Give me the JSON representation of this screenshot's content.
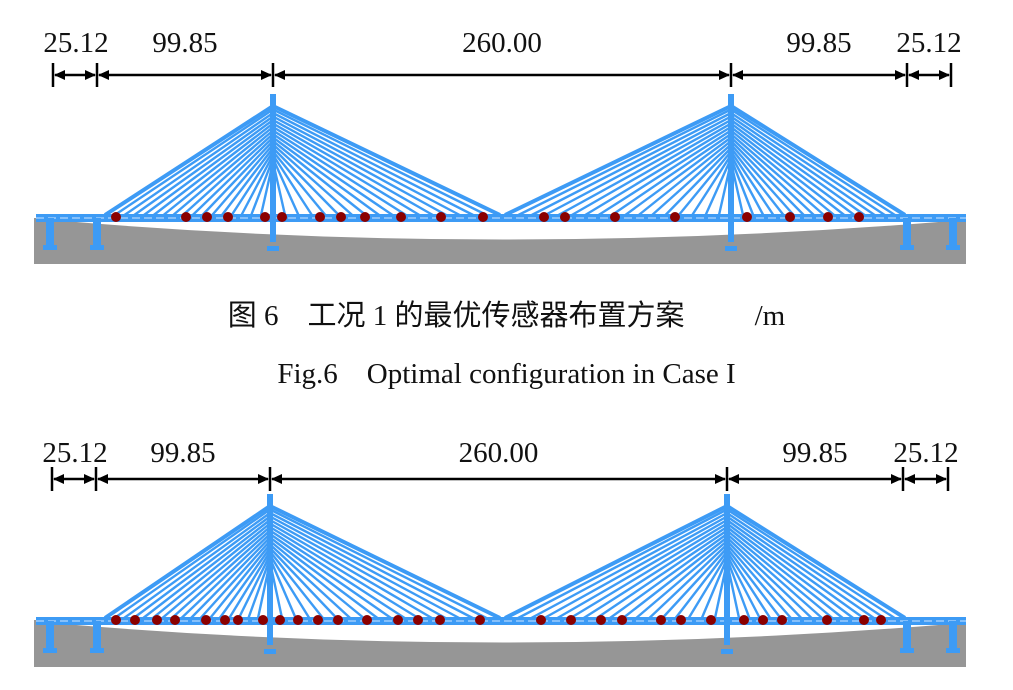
{
  "colors": {
    "structure": "#3d9bf5",
    "sensor": "#8b0000",
    "ground": "#969696",
    "dimension": "#000000"
  },
  "figures": [
    {
      "dimensions": [
        "25.12",
        "99.85",
        "260.00",
        "99.85",
        "25.12"
      ],
      "sensor_count": 20,
      "caption_cn": "图 6　工况 1 的最优传感器布置方案",
      "unit": "/m",
      "caption_en": "Fig.6　Optimal configuration in Case I"
    },
    {
      "dimensions": [
        "25.12",
        "99.85",
        "260.00",
        "99.85",
        "25.12"
      ],
      "sensor_count": 30
    }
  ]
}
